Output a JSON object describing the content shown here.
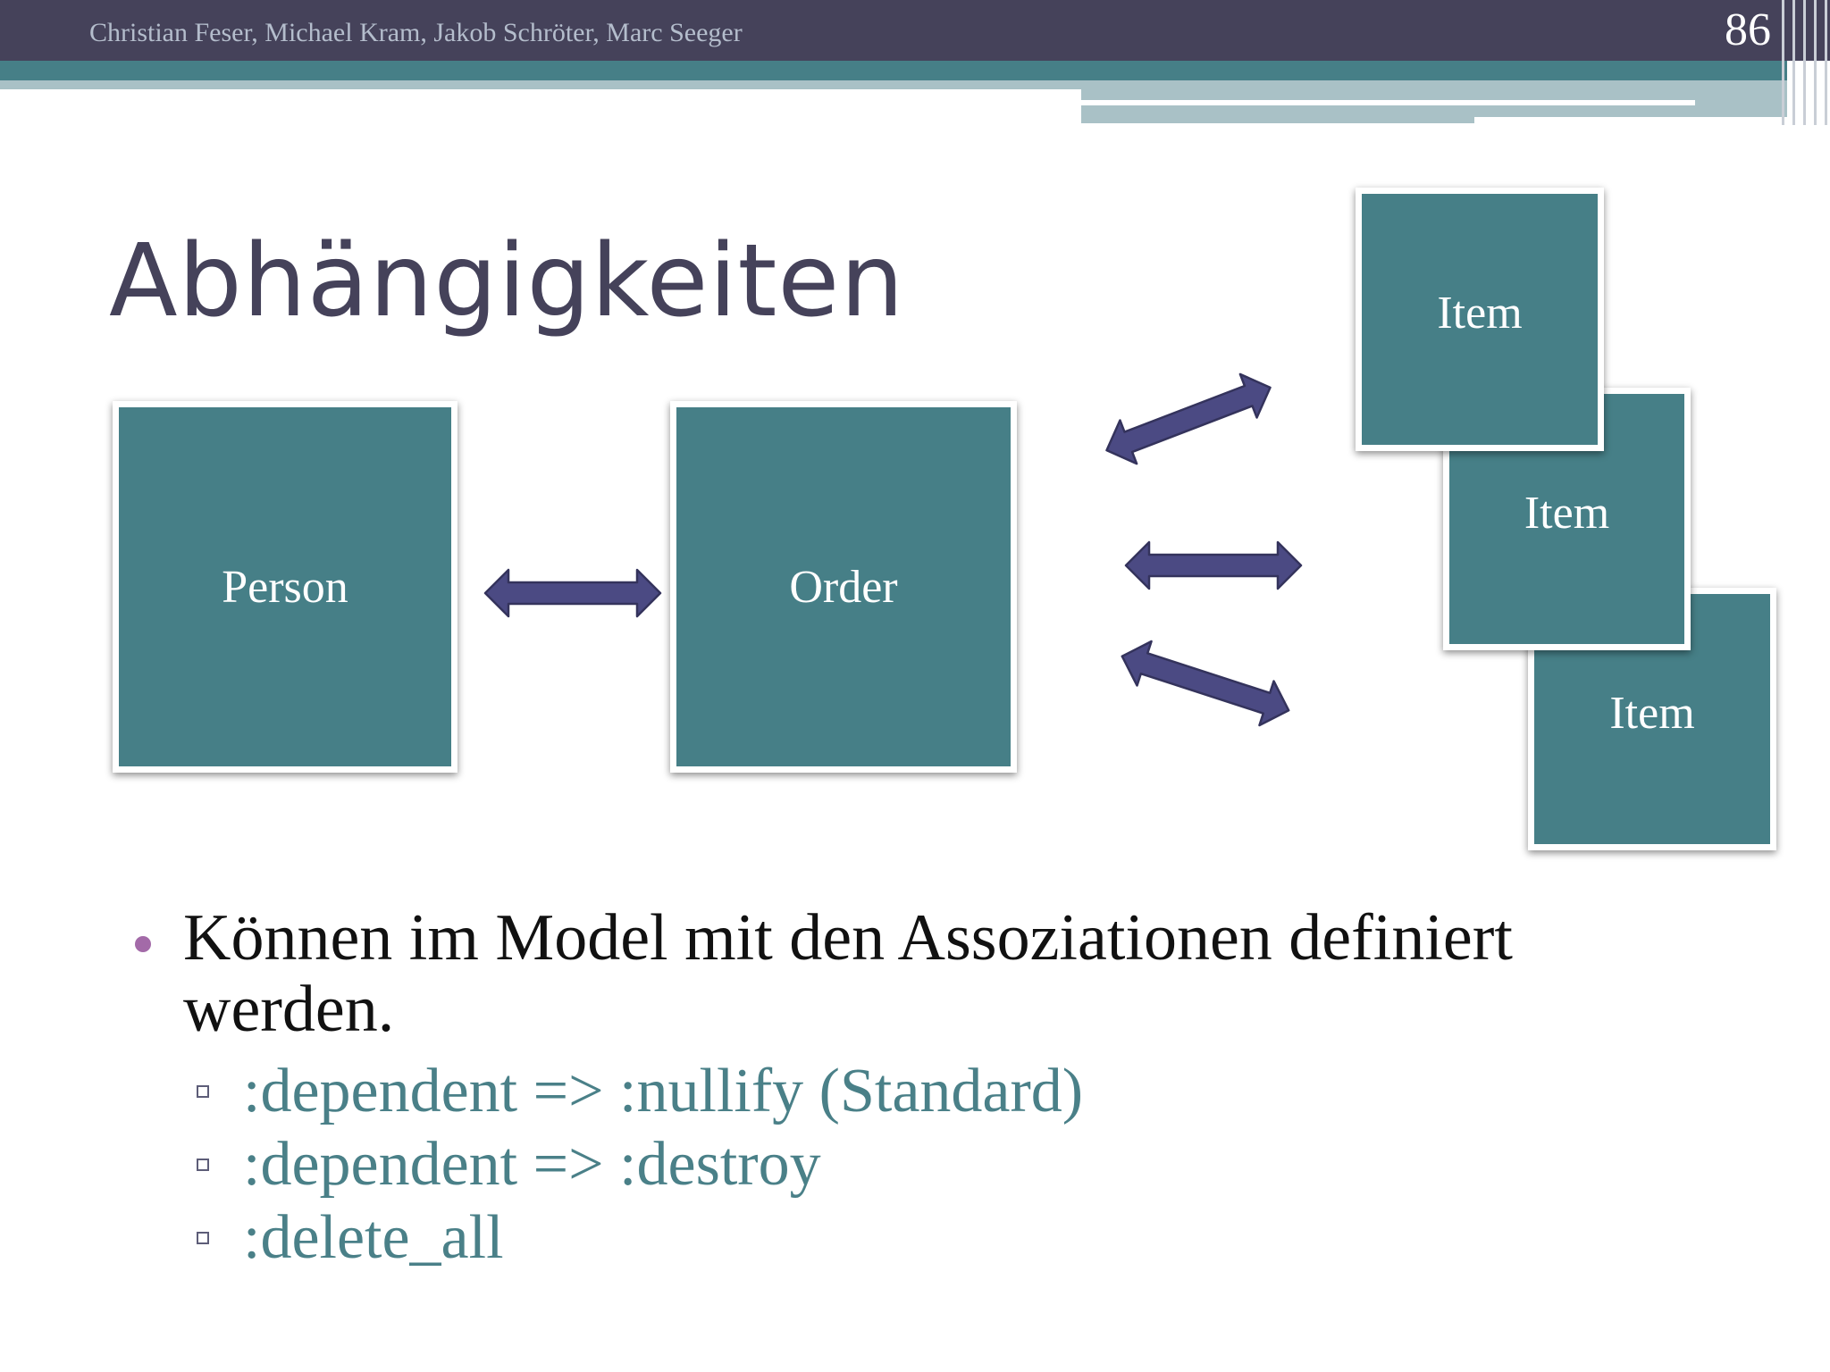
{
  "header": {
    "authors": "Christian Feser, Michael Kram, Jakob Schröter, Marc Seeger",
    "page_number": "86"
  },
  "title": "Abhängigkeiten",
  "diagram": {
    "person_label": "Person",
    "order_label": "Order",
    "item_labels": [
      "Item",
      "Item",
      "Item"
    ]
  },
  "bullet": {
    "text": "Können im Model mit den Assoziationen definiert werden.",
    "sub_items": [
      ":dependent => :nullify (Standard)",
      ":dependent => :destroy",
      ":delete_all"
    ]
  },
  "colors": {
    "header_bg": "#45425a",
    "box_fill": "#467f87",
    "arrow_fill": "#4b4a83",
    "bullet_dot": "#a36aa8",
    "sub_text": "#4a8088"
  }
}
